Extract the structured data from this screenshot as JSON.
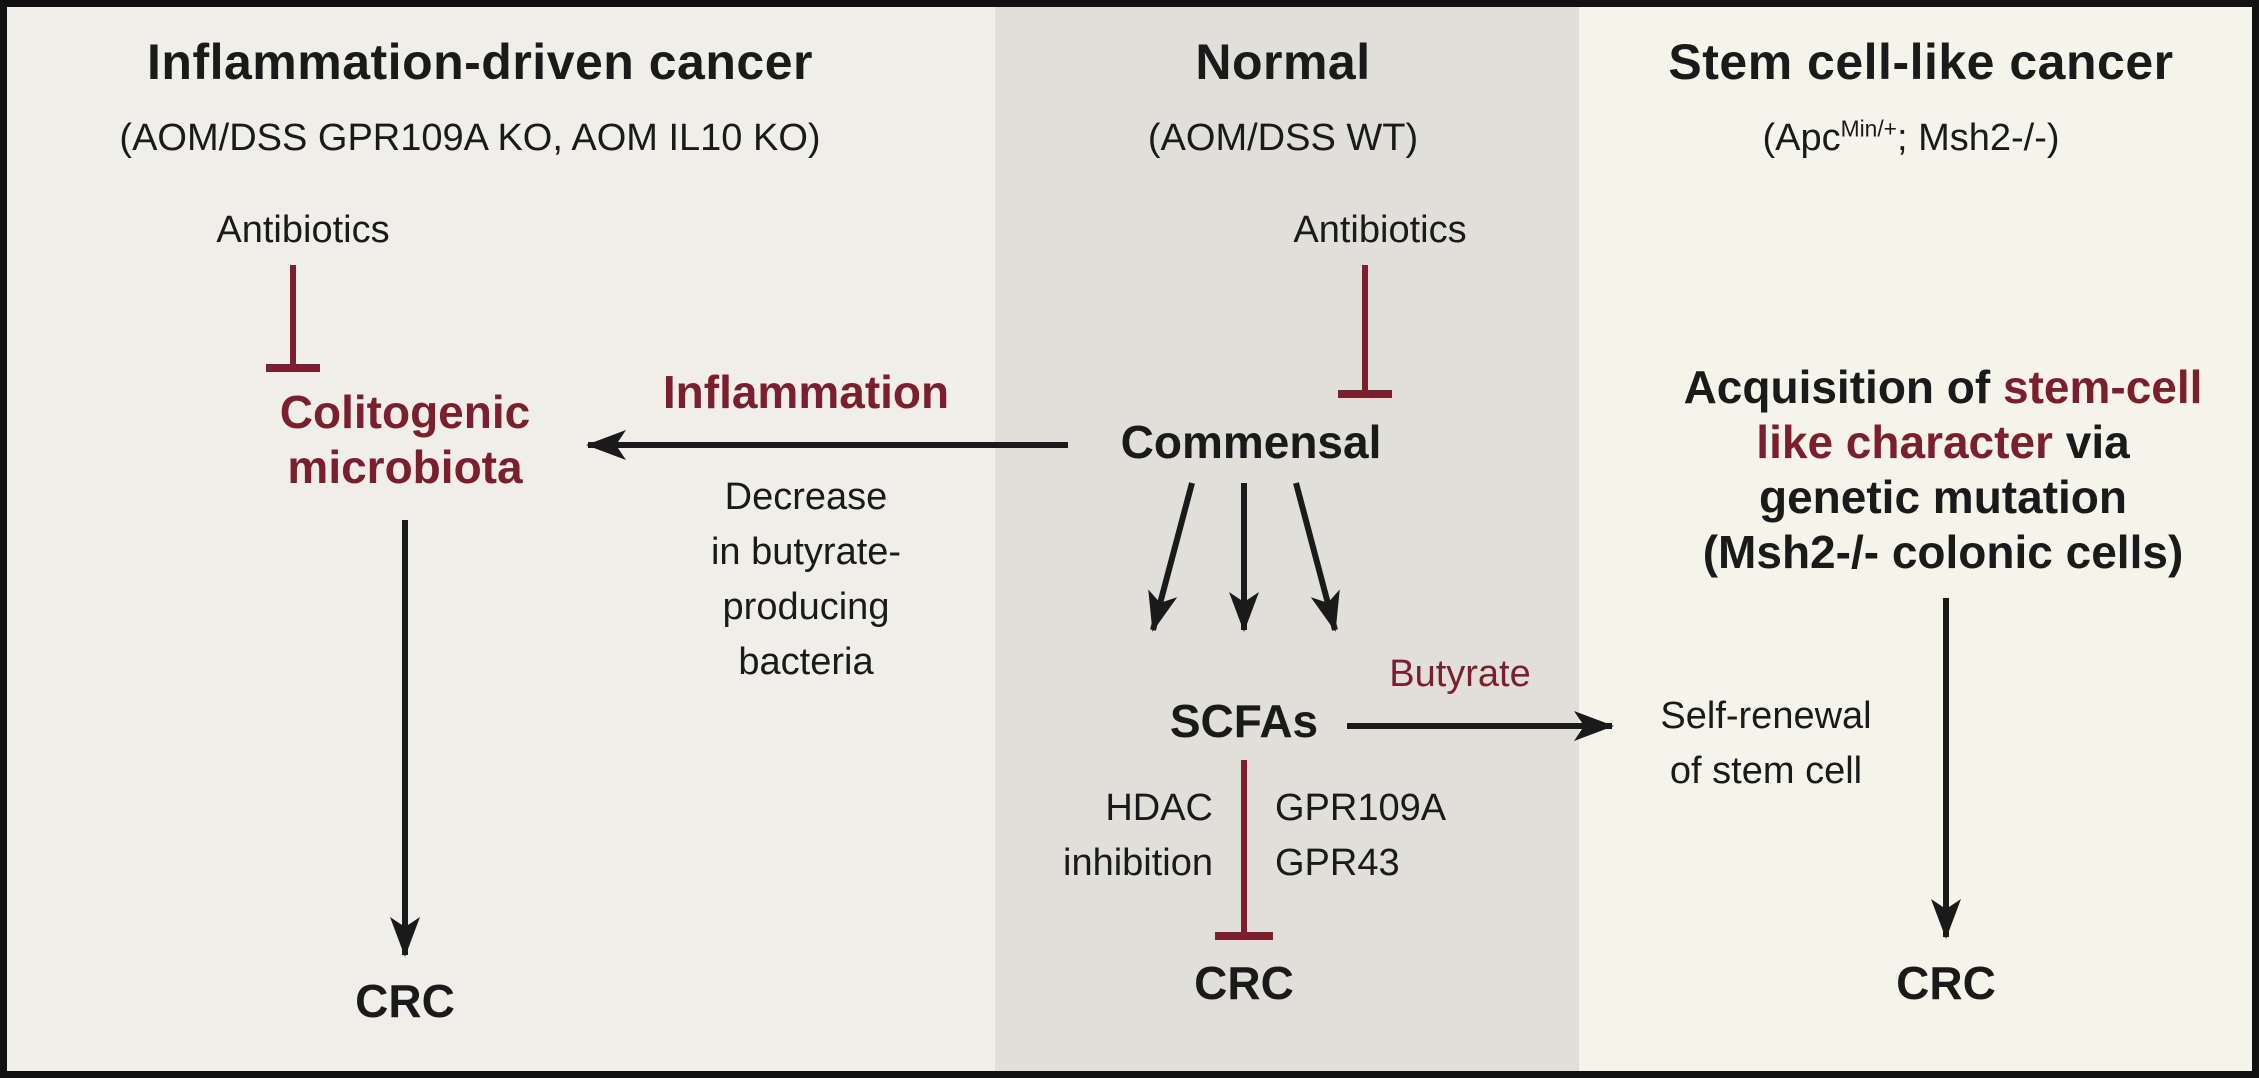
{
  "colors": {
    "accent_red": "#7a1f2b",
    "ink": "#1a1a1a",
    "panel_left": "#efeee9",
    "panel_mid": "#e0dfd9",
    "panel_right": "#f5f4ea"
  },
  "left": {
    "title": "Inflammation-driven cancer",
    "subtitle": "(AOM/DSS GPR109A KO, AOM IL10 KO)",
    "antibiotics": "Antibiotics",
    "colitogenic_line1": "Colitogenic",
    "colitogenic_line2": "microbiota",
    "crc": "CRC"
  },
  "middle": {
    "title": "Normal",
    "subtitle": "(AOM/DSS WT)",
    "antibiotics": "Antibiotics",
    "commensal": "Commensal",
    "inflammation": "Inflammation",
    "decrease_lines": [
      "Decrease",
      "in butyrate-",
      "producing",
      "bacteria"
    ],
    "scfas": "SCFAs",
    "butyrate": "Butyrate",
    "hdac_line1": "HDAC",
    "hdac_line2": "inhibition",
    "gpr109a": "GPR109A",
    "gpr43": "GPR43",
    "crc": "CRC"
  },
  "right": {
    "title": "Stem cell-like cancer",
    "subtitle_prefix": "(Apc",
    "subtitle_sup": "Min/+",
    "subtitle_suffix": "; Msh2-/-)",
    "self_renewal_line1": "Self-renewal",
    "self_renewal_line2": "of stem cell",
    "acq_part1": "Acquisition of ",
    "acq_part2": "stem-cell",
    "acq_part3": "like character",
    "acq_part4": " via",
    "acq_line3": "genetic mutation",
    "acq_line4": "(Msh2-/- colonic cells)",
    "crc": "CRC"
  }
}
